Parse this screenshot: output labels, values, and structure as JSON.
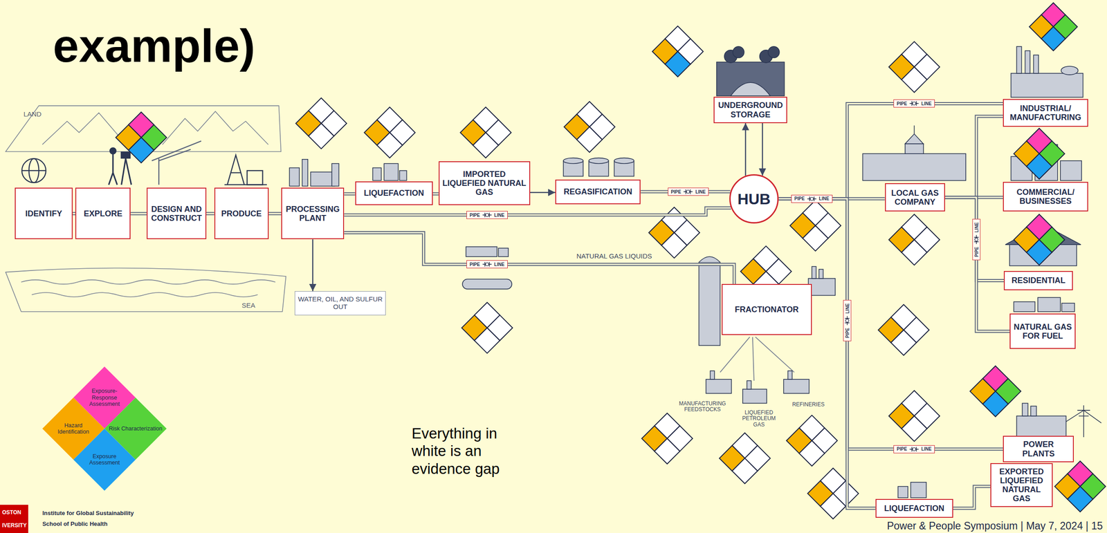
{
  "diagram": {
    "title": "example)",
    "nodes": [
      {
        "text": [
          "IDENTIFY"
        ]
      },
      {
        "text": [
          "EXPLORE"
        ]
      },
      {
        "text": [
          "DESIGN AND CONSTRUCT"
        ]
      },
      {
        "text": [
          "PRODUCE"
        ]
      },
      {
        "text": [
          "PROCESSING PLANT"
        ]
      },
      {
        "text": [
          "LIQUEFACTION"
        ]
      },
      {
        "text": [
          "IMPORTED LIQUEFIED NATURAL GAS"
        ]
      },
      {
        "text": [
          "REGASIFICATION"
        ]
      },
      {
        "text": [
          "WATER, OIL, AND SULFUR OUT"
        ]
      },
      {
        "text": [
          "FRACTIONATOR"
        ]
      },
      {
        "text": [
          "UNDERGROUND STORAGE"
        ]
      },
      {
        "text": [
          "HUB"
        ]
      },
      {
        "text": [
          "INDUSTRIAL/ MANUFACTURING"
        ]
      },
      {
        "text": [
          "LOCAL GAS COMPANY"
        ]
      },
      {
        "text": [
          "COMMERCIAL/ BUSINESSES"
        ]
      },
      {
        "text": [
          "RESIDENTIAL"
        ]
      },
      {
        "text": [
          "NATURAL GAS FOR FUEL"
        ]
      },
      {
        "text": [
          "POWER PLANTS"
        ]
      },
      {
        "text": [
          "LIQUEFACTION"
        ]
      },
      {
        "text": [
          "EXPORTED LIQUEFIED NATURAL GAS"
        ]
      }
    ],
    "edges": [
      {
        "from": 0,
        "to": 1,
        "arrow": "none"
      },
      {
        "from": 1,
        "to": 2,
        "arrow": "none"
      },
      {
        "from": 2,
        "to": 3,
        "arrow": "none"
      },
      {
        "from": 3,
        "to": 4,
        "arrow": "none"
      },
      {
        "from": 4,
        "to": 5,
        "arrow": "none"
      },
      {
        "from": 5,
        "to": 6,
        "arrow": "none"
      },
      {
        "from": 6,
        "to": 7,
        "arrow": "to"
      },
      {
        "from": 7,
        "to": 11,
        "arrow": "none"
      },
      {
        "from": 4,
        "to": 11,
        "arrow": "none"
      },
      {
        "from": 4,
        "to": 8,
        "arrow": "to"
      },
      {
        "from": 4,
        "to": 9,
        "arrow": "none"
      },
      {
        "from": 11,
        "to": 10,
        "arrow": "to"
      },
      {
        "from": 10,
        "to": 11,
        "arrow": "to"
      },
      {
        "from": 11,
        "to": 12,
        "arrow": "none"
      },
      {
        "from": 11,
        "to": 13,
        "arrow": "none"
      },
      {
        "from": 13,
        "to": 12,
        "arrow": "none"
      },
      {
        "from": 13,
        "to": 14,
        "arrow": "none"
      },
      {
        "from": 13,
        "to": 15,
        "arrow": "none"
      },
      {
        "from": 13,
        "to": 16,
        "arrow": "none"
      },
      {
        "from": 11,
        "to": 17,
        "arrow": "none"
      },
      {
        "from": 11,
        "to": 18,
        "arrow": "none"
      },
      {
        "from": 18,
        "to": 19,
        "arrow": "none"
      }
    ],
    "labels": [
      "LAND",
      "SEA",
      "NATURAL GAS LIQUIDS",
      "MANUFACTURING FEEDSTOCKS",
      "LIQUEFIED PETROLEUM GAS",
      "REFINERIES",
      "Everything in white is an evidence gap",
      "Power & People Symposium | May 7, 2024 | 15",
      "Institute for Global Sustainability",
      "School of Public Health",
      "OSTON",
      "IVERSITY",
      "PIPE",
      "LINE",
      "PIPE",
      "LINE",
      "PIPE",
      "LINE",
      "PIPE",
      "LINE",
      "PIPE",
      "LINE",
      "PIPE",
      "LINE",
      "PIPE",
      "LINE",
      "PIPE",
      "LINE"
    ],
    "legend": [
      {
        "text": "Exposure-Response Assessment",
        "color": "#ff40b4"
      },
      {
        "text": "Hazard Identification",
        "color": "#f7a800"
      },
      {
        "text": "Risk Characterization",
        "color": "#56d23a"
      },
      {
        "text": "Exposure Assessment",
        "color": "#1ea0f0"
      }
    ]
  }
}
